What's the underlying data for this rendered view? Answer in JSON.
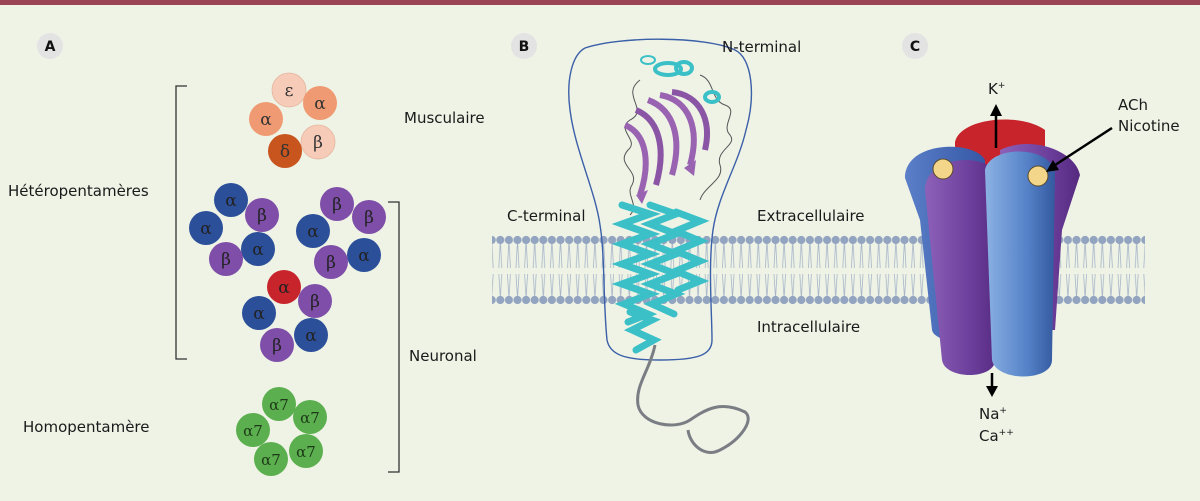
{
  "panels": {
    "a": "A",
    "b": "B",
    "c": "C"
  },
  "colors": {
    "top_bar": "#9b4455",
    "background": "#eef3e6",
    "alpha_neuronal": "#2c4f9a",
    "beta_neuronal": "#7e4ea8",
    "alpha_red": "#c8242c",
    "muscle_light": "#f6ccb8",
    "muscle_mid": "#ef9a72",
    "muscle_dark": "#c8541e",
    "alpha7": "#5caf4e",
    "helix": "#3cc0c8",
    "sheet": "#9a63b2",
    "membrane_head": "#93a4c0"
  },
  "panel_a": {
    "group_label": "Hétéropentamères",
    "muscle_label": "Musculaire",
    "neuronal_label": "Neuronal",
    "homo_label": "Homopentamère",
    "muscle": [
      "ε",
      "α",
      "β",
      "δ",
      "α"
    ],
    "neuronal_1": [
      "α",
      "β",
      "α",
      "β",
      "α"
    ],
    "neuronal_2": [
      "β",
      "β",
      "α",
      "β",
      "α"
    ],
    "neuronal_3": [
      "α",
      "β",
      "α",
      "β",
      "α"
    ],
    "homo": [
      "α7",
      "α7",
      "α7",
      "α7",
      "α7"
    ]
  },
  "panel_b": {
    "n_terminal": "N-terminal",
    "c_terminal": "C-terminal",
    "extracellular": "Extracellulaire",
    "intracellular": "Intracellulaire"
  },
  "panel_c": {
    "k_ion": "K",
    "k_charge": "+",
    "ach": "ACh",
    "nicotine": "Nicotine",
    "na_ion": "Na",
    "na_charge": "+",
    "ca_ion": "Ca",
    "ca_charge": "++"
  }
}
